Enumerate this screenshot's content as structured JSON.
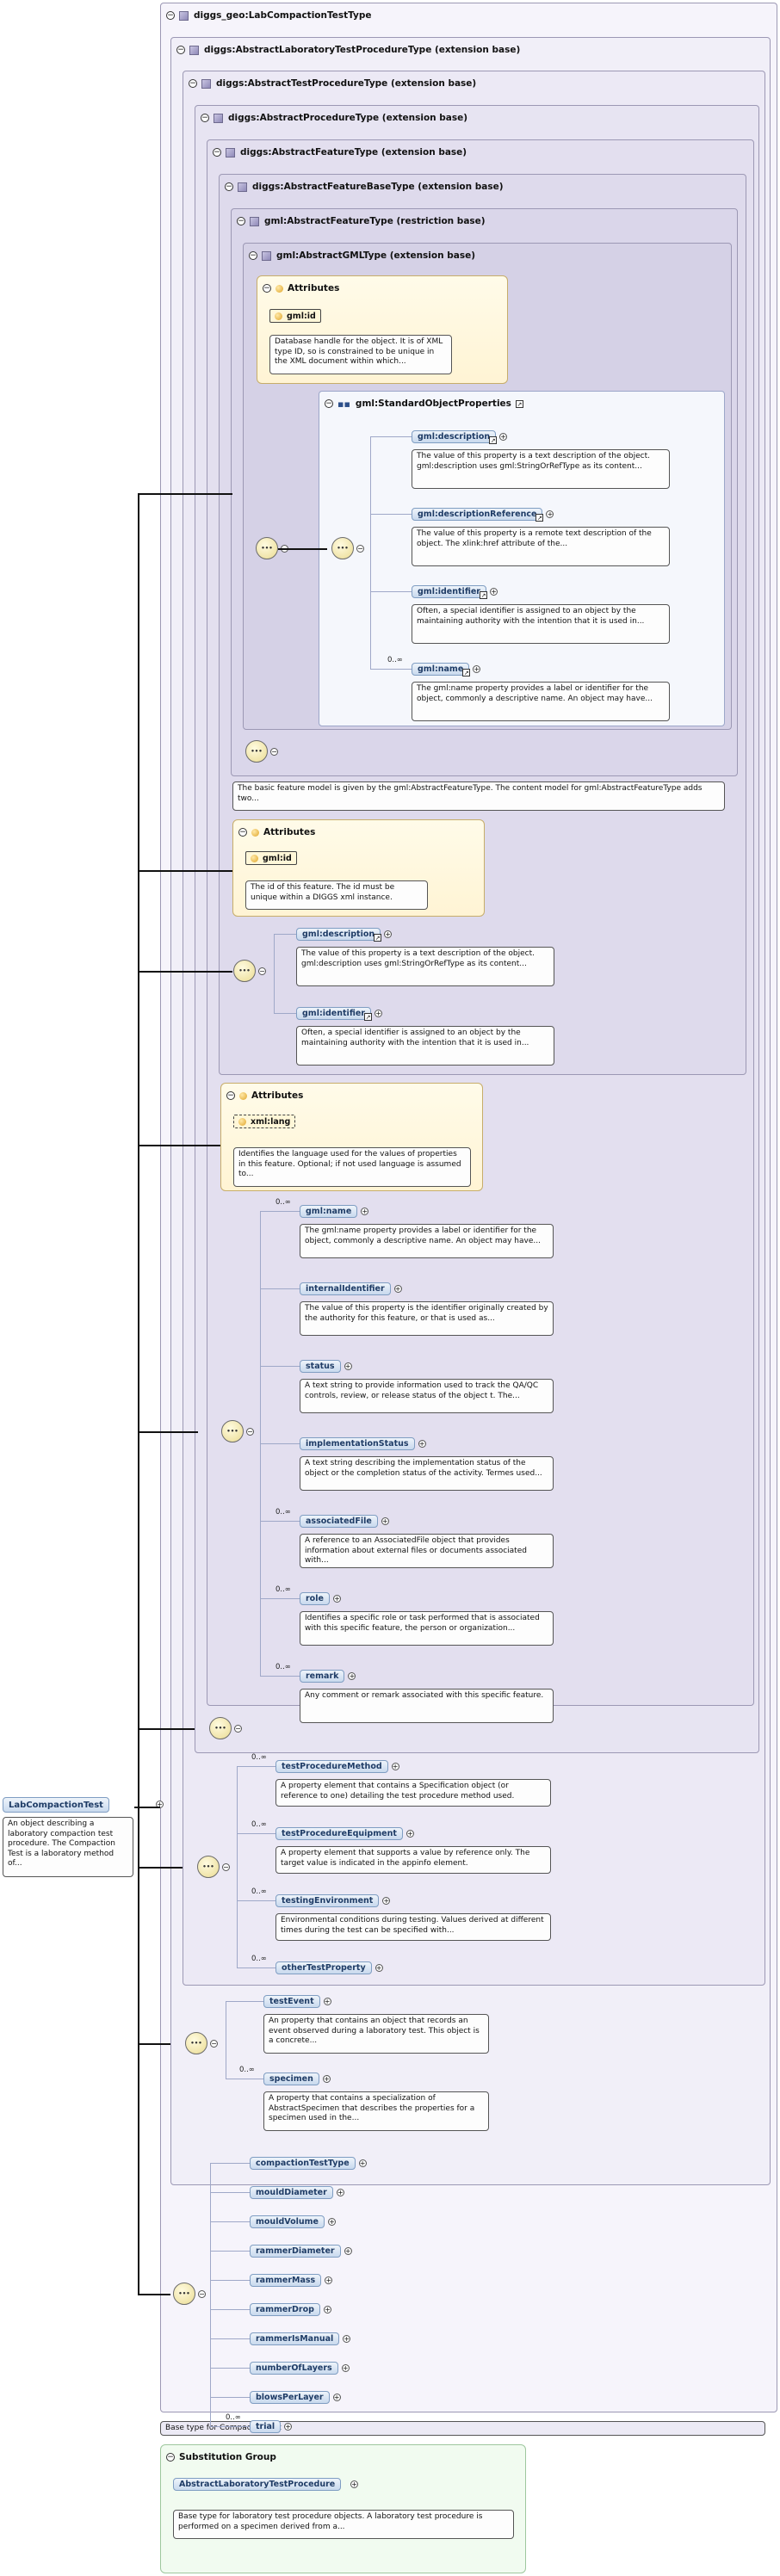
{
  "diagram": {
    "root_title": "diggs_geo:LabCompactionTestType",
    "types": {
      "alabtp": "diggs:AbstractLaboratoryTestProcedureType (extension base)",
      "atp": "diggs:AbstractTestProcedureType (extension base)",
      "ap": "diggs:AbstractProcedureType (extension base)",
      "af": "diggs:AbstractFeatureType (extension base)",
      "afb": "diggs:AbstractFeatureBaseType (extension base)",
      "gft": "gml:AbstractFeatureType (restriction base)",
      "ggml": "gml:AbstractGMLType (extension base)"
    },
    "attributes_label": "Attributes",
    "gml_attrs": {
      "name": "gml:id",
      "desc": "Database handle for the object. It is of XML type ID, so is constrained to be unique in the XML document within which..."
    },
    "std_props": {
      "title": "gml:StandardObjectProperties",
      "items": [
        {
          "name": "gml:description",
          "mult": "",
          "desc": "The value of this property is a text description of the object. gml:description uses gml:StringOrRefType as its content..."
        },
        {
          "name": "gml:descriptionReference",
          "mult": "",
          "desc": "The value of this property is a remote text description of the object. The xlink:href attribute of the..."
        },
        {
          "name": "gml:identifier",
          "mult": "",
          "desc": "Often, a special identifier is assigned to an object by the maintaining authority with the intention that it is used in..."
        },
        {
          "name": "gml:name",
          "mult": "0..∞",
          "desc": "The gml:name property provides a label or identifier for the object, commonly a descriptive name. An object may have..."
        }
      ]
    },
    "basic_model_note": "The basic feature model is given by the gml:AbstractFeatureType. The content model for gml:AbstractFeatureType adds two...",
    "afb_attrs": {
      "name": "gml:id",
      "desc": "The id of this feature. The id must be unique within a DIGGS xml instance."
    },
    "afb_seq": [
      {
        "name": "gml:description",
        "desc": "The value of this property is a text description of the object. gml:description uses gml:StringOrRefType as its content..."
      },
      {
        "name": "gml:identifier",
        "desc": "Often, a special identifier is assigned to an object by the maintaining authority with the intention that it is used in..."
      }
    ],
    "af_attrs": {
      "name": "xml:lang",
      "desc": "Identifies the language used for the values of properties in this feature. Optional; if not used language is assumed to..."
    },
    "af_seq": [
      {
        "name": "gml:name",
        "mult": "0..∞",
        "desc": "The gml:name property provides a label or identifier for the object, commonly a descriptive name. An object may have..."
      },
      {
        "name": "internalIdentifier",
        "mult": "",
        "desc": "The value of this property is the identifier originally created by the authority for this feature, or that is used as..."
      },
      {
        "name": "status",
        "mult": "",
        "desc": "A text string to provide information used to track the QA/QC controls, review, or release status of the object t. The..."
      },
      {
        "name": "implementationStatus",
        "mult": "",
        "desc": "A text string describing the implementation status of the object or the completion status of the activity. Termes used..."
      },
      {
        "name": "associatedFile",
        "mult": "0..∞",
        "desc": "A reference to an AssociatedFile object that provides information about external files or documents associated with..."
      },
      {
        "name": "role",
        "mult": "0..∞",
        "desc": "Identifies a specific role or task performed that is associated with this specific feature, the person or organization..."
      },
      {
        "name": "remark",
        "mult": "0..∞",
        "desc": "Any comment or remark associated with this specific feature."
      }
    ],
    "atp_seq": [
      {
        "name": "testProcedureMethod",
        "mult": "0..∞",
        "desc": "A property element that contains a Specification object (or reference to one) detailing the test procedure method used."
      },
      {
        "name": "testProcedureEquipment",
        "mult": "0..∞",
        "desc": "A property element that supports a value by reference only. The target value is indicated in the appinfo element."
      },
      {
        "name": "testingEnvironment",
        "mult": "0..∞",
        "desc": "Environmental conditions during testing. Values derived at different times during the test can be specified with..."
      },
      {
        "name": "otherTestProperty",
        "mult": "0..∞",
        "desc": ""
      }
    ],
    "alab_seq": [
      {
        "name": "testEvent",
        "mult": "",
        "desc": "An property that contains an object that records an event observed during a laboratory test. This object is a concrete..."
      },
      {
        "name": "specimen",
        "mult": "0..∞",
        "desc": "A property that contains a specialization of AbstractSpecimen that describes the properties for a specimen used in the..."
      }
    ],
    "lct_seq": [
      {
        "name": "compactionTestType",
        "mult": ""
      },
      {
        "name": "mouldDiameter",
        "mult": ""
      },
      {
        "name": "mouldVolume",
        "mult": ""
      },
      {
        "name": "rammerDiameter",
        "mult": ""
      },
      {
        "name": "rammerMass",
        "mult": ""
      },
      {
        "name": "rammerDrop",
        "mult": ""
      },
      {
        "name": "rammerIsManual",
        "mult": ""
      },
      {
        "name": "numberOfLayers",
        "mult": ""
      },
      {
        "name": "blowsPerLayer",
        "mult": ""
      },
      {
        "name": "trial",
        "mult": "0..∞"
      }
    ],
    "root_element": {
      "name": "LabCompactionTest",
      "desc": "An object describing a laboratory compaction test procedure. The Compaction Test is a laboratory method of..."
    },
    "base_note": "Base type for CompactionTest",
    "subst": {
      "title": "Substitution Group",
      "name": "AbstractLaboratoryTestProcedure",
      "desc": "Base type for laboratory test procedure objects. A laboratory test procedure is performed on a specimen derived from a..."
    }
  }
}
